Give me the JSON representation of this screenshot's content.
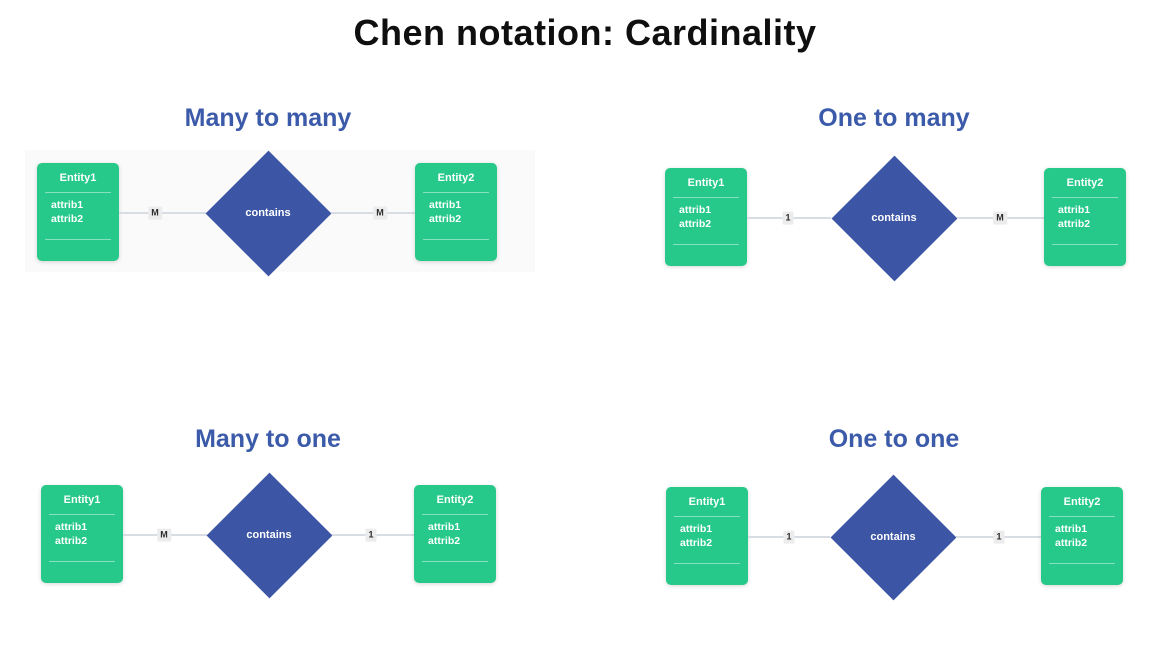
{
  "page": {
    "title": "Chen notation: Cardinality"
  },
  "colors": {
    "entity_fill": "#26C98A",
    "relationship_fill": "#3C55A5",
    "heading_text": "#3B5AA9",
    "title_text": "#0F0F0F",
    "connector_line": "#D8DCE3",
    "cardinality_chip_bg": "#ECECEC",
    "cardinality_chip_text": "#2D2D2D"
  },
  "diagrams": [
    {
      "id": "many-to-many",
      "title": "Many to many",
      "relationship": "contains",
      "left_cardinality": "M",
      "right_cardinality": "M",
      "entity1": {
        "name": "Entity1",
        "attributes": [
          "attrib1",
          "attrib2"
        ]
      },
      "entity2": {
        "name": "Entity2",
        "attributes": [
          "attrib1",
          "attrib2"
        ]
      }
    },
    {
      "id": "one-to-many",
      "title": "One to many",
      "relationship": "contains",
      "left_cardinality": "1",
      "right_cardinality": "M",
      "entity1": {
        "name": "Entity1",
        "attributes": [
          "attrib1",
          "attrib2"
        ]
      },
      "entity2": {
        "name": "Entity2",
        "attributes": [
          "attrib1",
          "attrib2"
        ]
      }
    },
    {
      "id": "many-to-one",
      "title": "Many to one",
      "relationship": "contains",
      "left_cardinality": "M",
      "right_cardinality": "1",
      "entity1": {
        "name": "Entity1",
        "attributes": [
          "attrib1",
          "attrib2"
        ]
      },
      "entity2": {
        "name": "Entity2",
        "attributes": [
          "attrib1",
          "attrib2"
        ]
      }
    },
    {
      "id": "one-to-one",
      "title": "One to one",
      "relationship": "contains",
      "left_cardinality": "1",
      "right_cardinality": "1",
      "entity1": {
        "name": "Entity1",
        "attributes": [
          "attrib1",
          "attrib2"
        ]
      },
      "entity2": {
        "name": "Entity2",
        "attributes": [
          "attrib1",
          "attrib2"
        ]
      }
    }
  ]
}
